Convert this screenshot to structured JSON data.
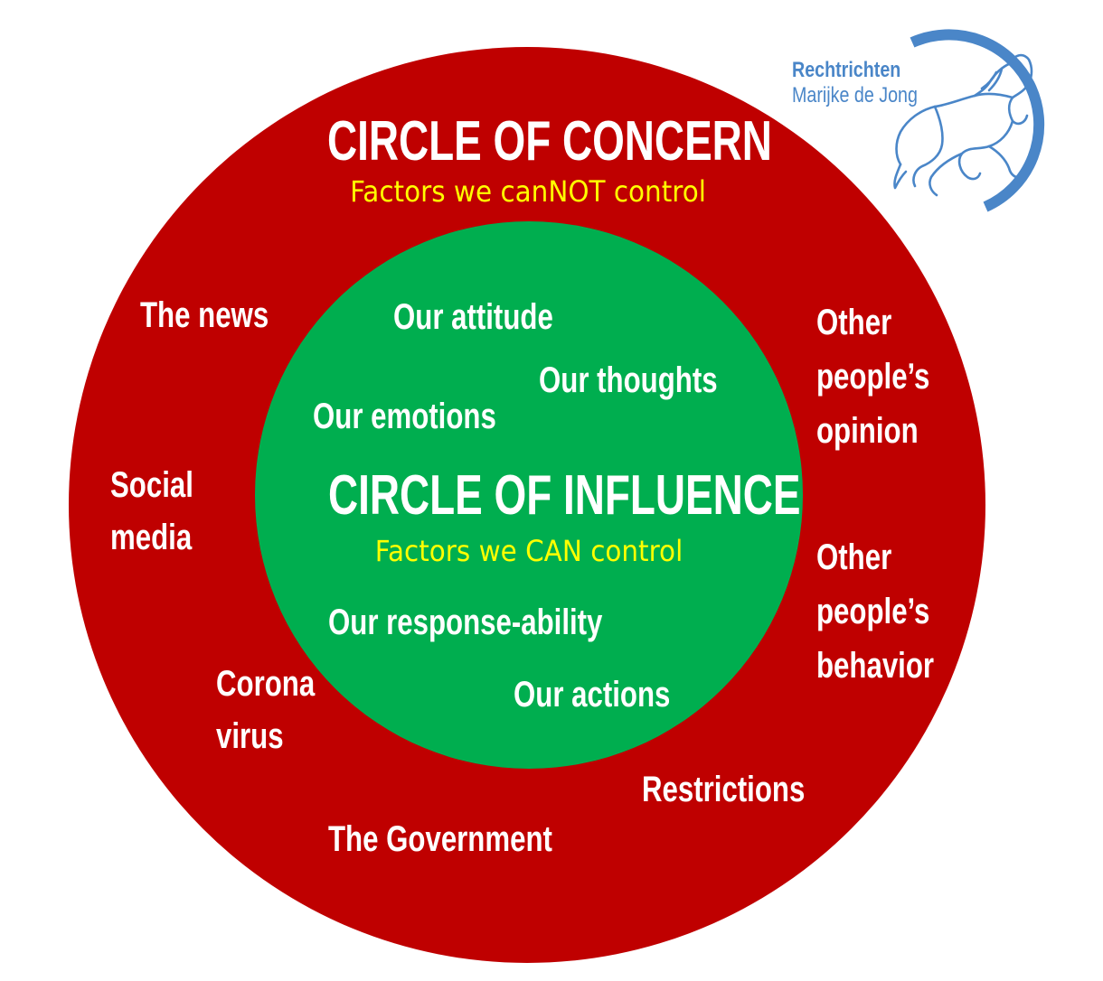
{
  "concern": {
    "title": "CIRCLE OF CONCERN",
    "subtitle": "Factors we canNOT control",
    "items": {
      "news": "The news",
      "social_1": "Social",
      "social_2": "media",
      "corona_1": "Corona",
      "corona_2": "virus",
      "government": "The Government",
      "restrictions": "Restrictions",
      "opinion_1": "Other",
      "opinion_2": "people’s",
      "opinion_3": "opinion",
      "behavior_1": "Other",
      "behavior_2": "people’s",
      "behavior_3": "behavior"
    }
  },
  "influence": {
    "title": "CIRCLE OF INFLUENCE",
    "subtitle": "Factors we CAN control",
    "items": {
      "attitude": "Our attitude",
      "thoughts": "Our thoughts",
      "emotions": "Our emotions",
      "response": "Our response-ability",
      "actions": "Our actions"
    }
  },
  "logo": {
    "line1": "Rechtrichten",
    "line2": "Marijke de Jong"
  },
  "colors": {
    "concern_red": "#bf0000",
    "influence_green": "#00ae4f",
    "subtitle_yellow": "#ffff00",
    "logo_blue": "#4a86c8"
  }
}
